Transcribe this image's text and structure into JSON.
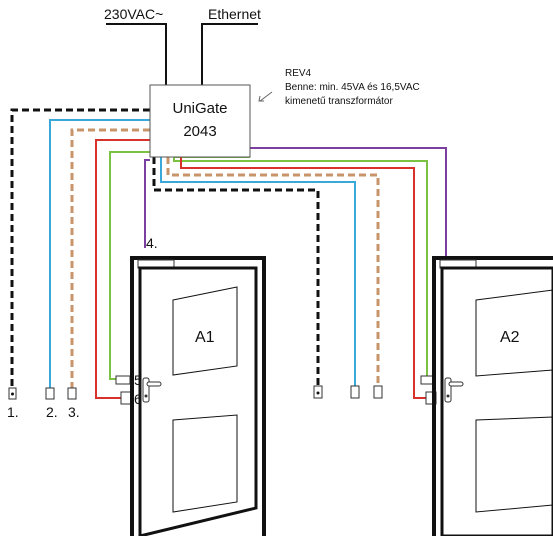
{
  "power_label": "230VAC~",
  "ethernet_label": "Ethernet",
  "controller": {
    "line1": "UniGate",
    "line2": "2043"
  },
  "note": {
    "line1": "REV4",
    "line2": "Benne: min. 45VA és 16,5VAC",
    "line3": "kimenetű transzformátor"
  },
  "terminals": {
    "t1": "1.",
    "t2": "2.",
    "t3": "3.",
    "t4": "4.",
    "t5": "5.",
    "t6": "6."
  },
  "doors": {
    "a1": "A1",
    "a2": "A2"
  },
  "colors": {
    "black": "#111111",
    "blue": "#3aa8d8",
    "tan": "#c8956a",
    "red": "#d8322c",
    "green": "#7cc242",
    "purple": "#7b3fa0"
  }
}
